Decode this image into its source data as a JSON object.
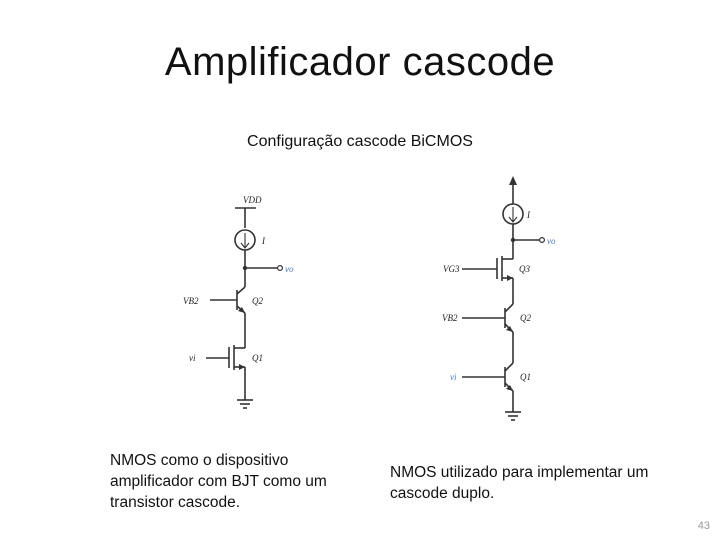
{
  "slide": {
    "title": "Amplificador cascode",
    "subtitle": "Configuração cascode BiCMOS",
    "caption_left": "NMOS como o dispositivo amplificador com BJT como um transistor cascode.",
    "caption_right": "NMOS utilizado para implementar um cascode duplo.",
    "page_number": "43"
  },
  "circuit_left": {
    "vdd": "VDD",
    "source": "I",
    "out": "vo",
    "vb2": "VB2",
    "q2": "Q2",
    "vi": "vi",
    "q1": "Q1"
  },
  "circuit_right": {
    "source": "I",
    "out": "vo",
    "vg3": "VG3",
    "q3": "Q3",
    "vb2": "VB2",
    "q2": "Q2",
    "vi": "vi",
    "q1": "Q1"
  },
  "colors": {
    "output_label": "#4a78c8",
    "wire": "#333333"
  }
}
